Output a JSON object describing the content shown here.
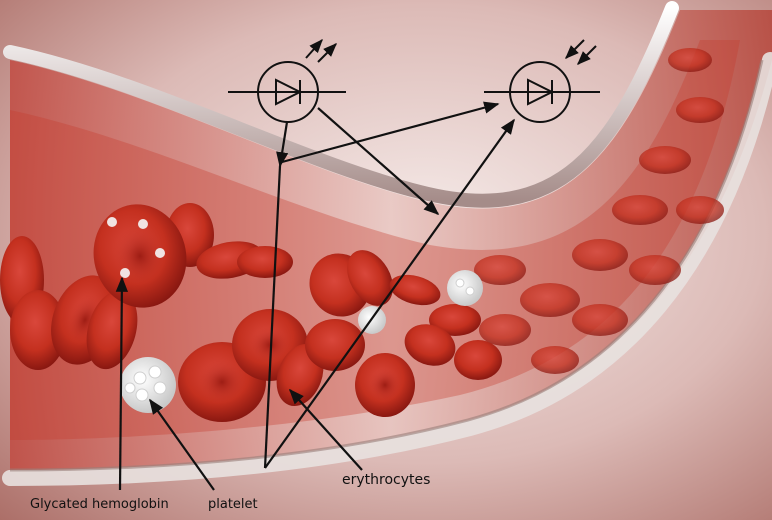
{
  "labels": {
    "glycated": "Glycated hemoglobin",
    "platelet": "platelet",
    "erythrocytes": "erythrocytes"
  },
  "symbols": {
    "emitter": "led-emitter-icon",
    "detector": "photodiode-detector-icon"
  },
  "colors": {
    "background_light": "#f3e6e4",
    "blood_red": "#b8261c",
    "cell_dark": "#7e130e",
    "vessel_wall": "#e9e2e0",
    "platelet": "#f2f2f2",
    "line": "#111111"
  }
}
